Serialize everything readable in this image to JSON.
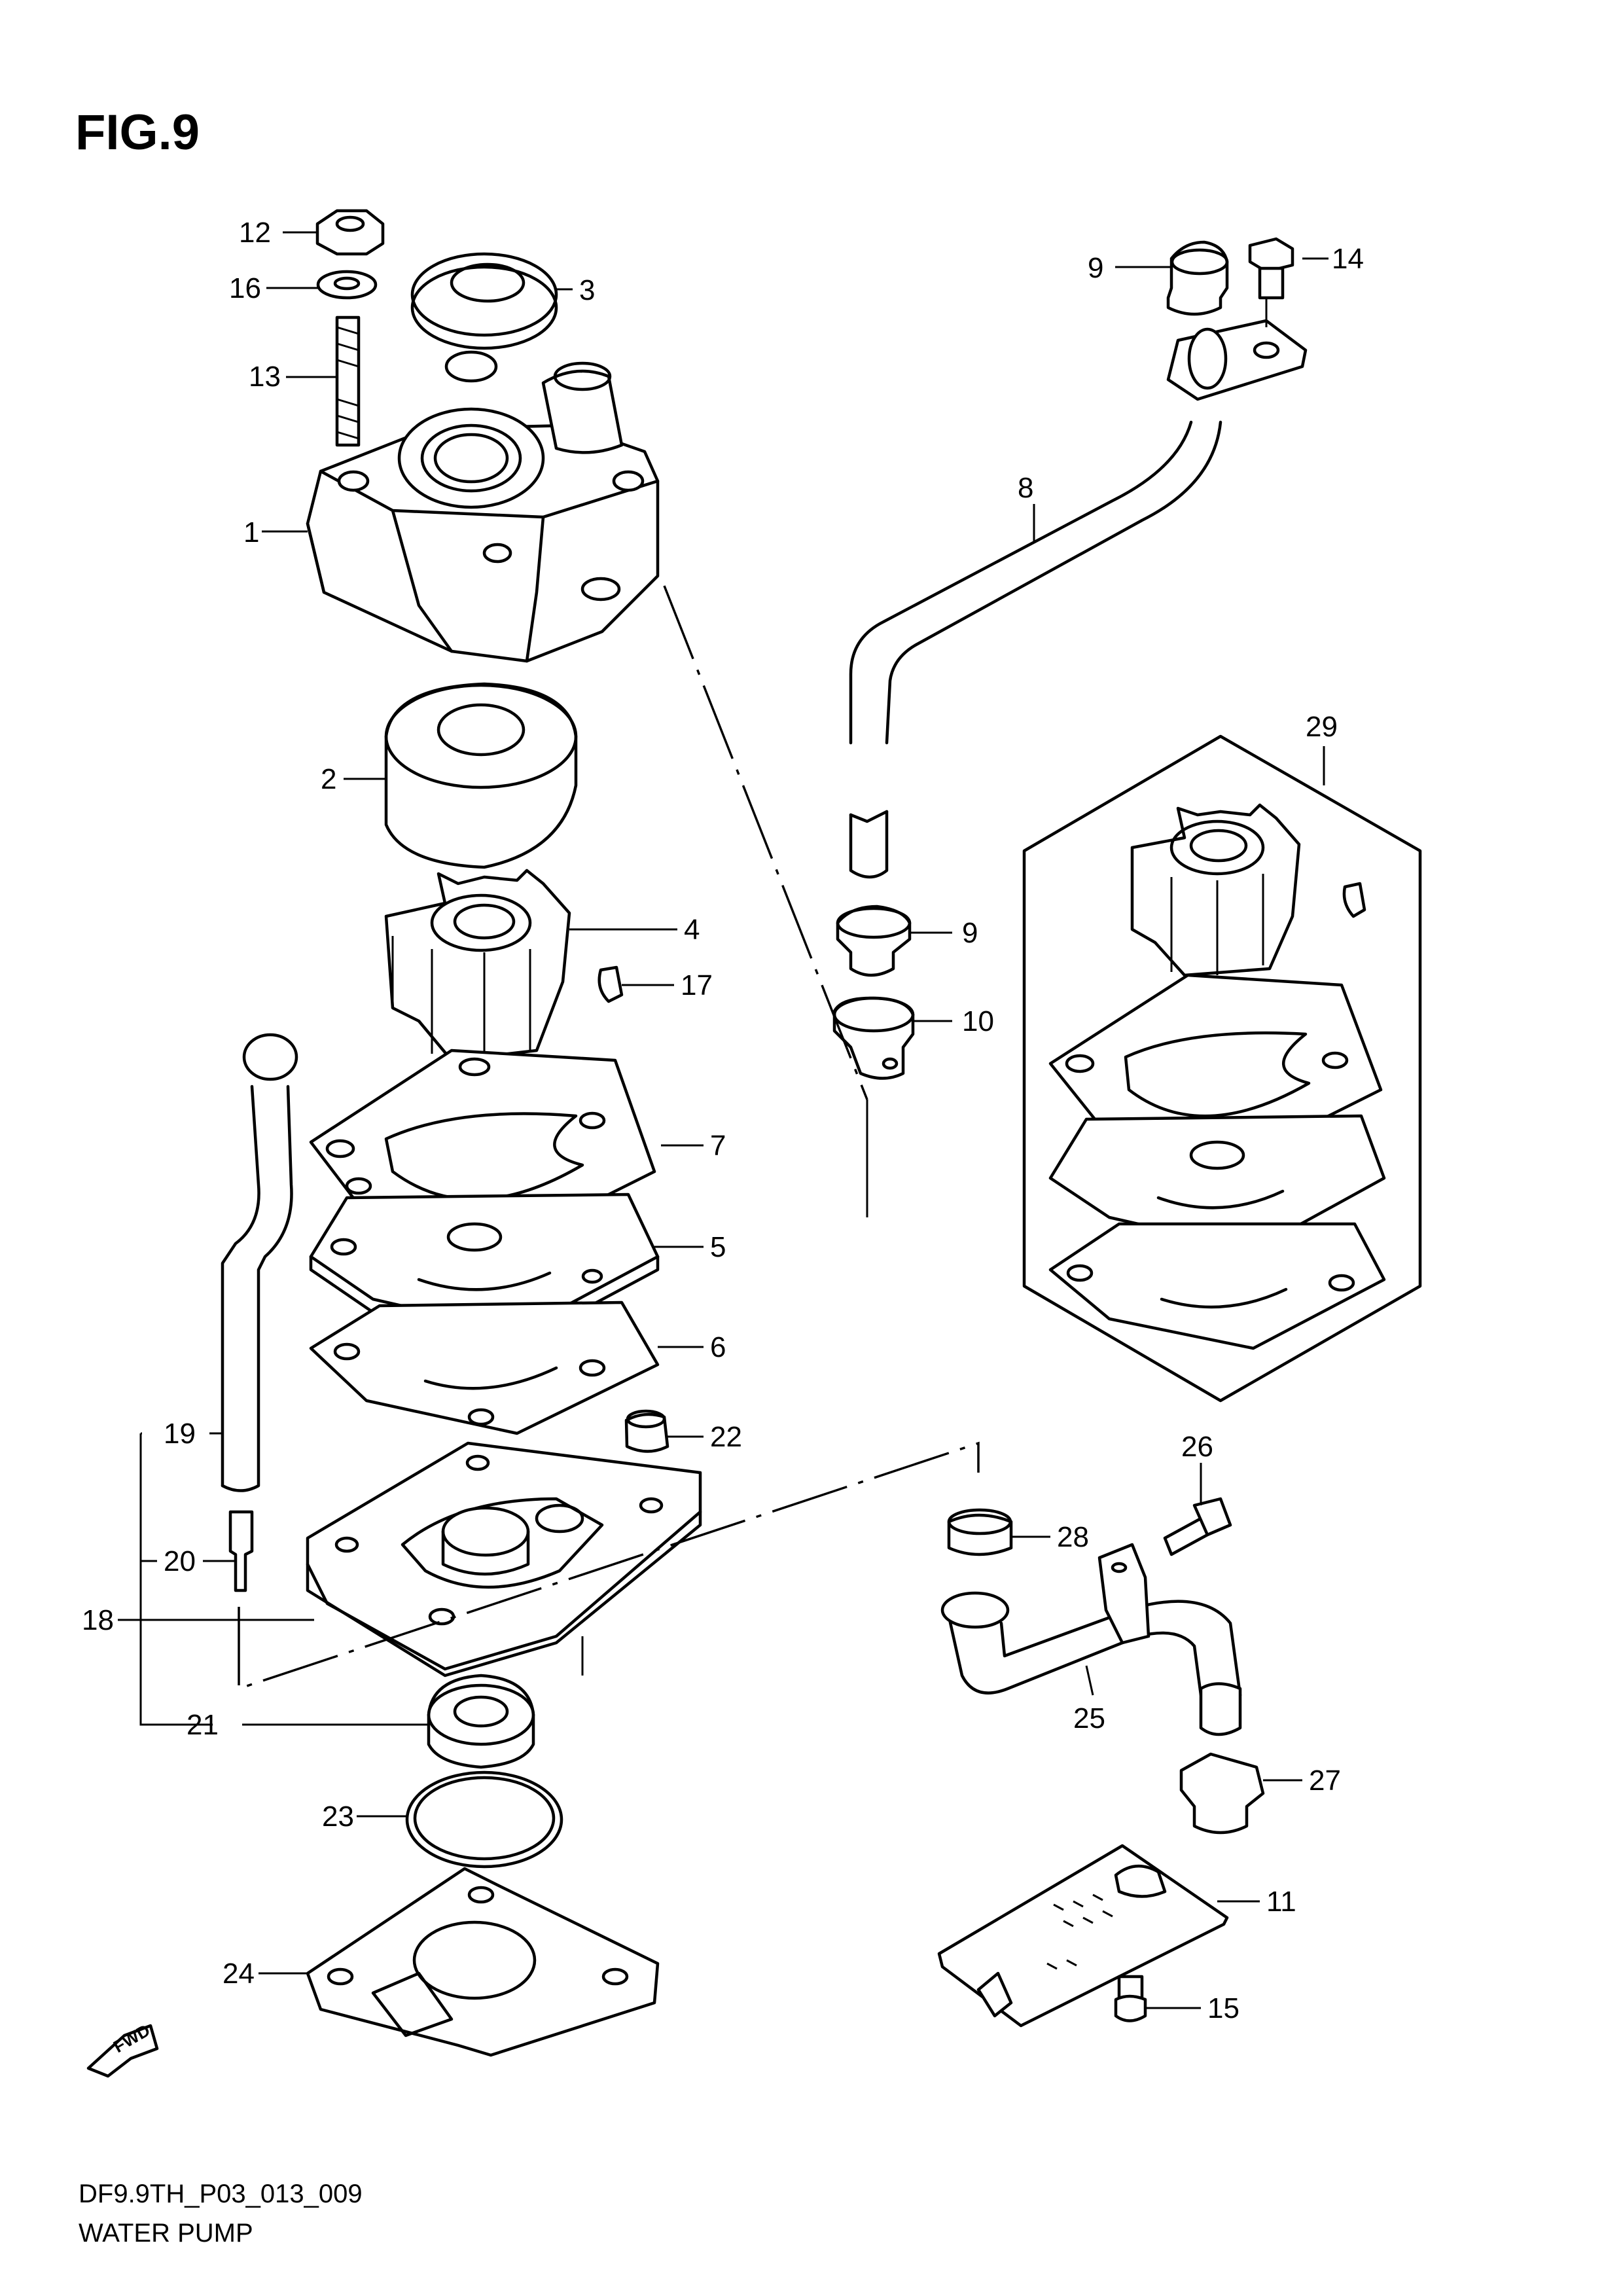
{
  "figure_title": "FIG.9",
  "drawing_code": "DF9.9TH_P03_013_009",
  "drawing_name": "WATER PUMP",
  "fwd_label": "FWD",
  "callouts": [
    "12",
    "16",
    "13",
    "1",
    "3",
    "9",
    "14",
    "8",
    "2",
    "4",
    "17",
    "9",
    "10",
    "29",
    "7",
    "5",
    "6",
    "19",
    "22",
    "20",
    "18",
    "21",
    "23",
    "24",
    "26",
    "28",
    "25",
    "27",
    "11",
    "15"
  ]
}
